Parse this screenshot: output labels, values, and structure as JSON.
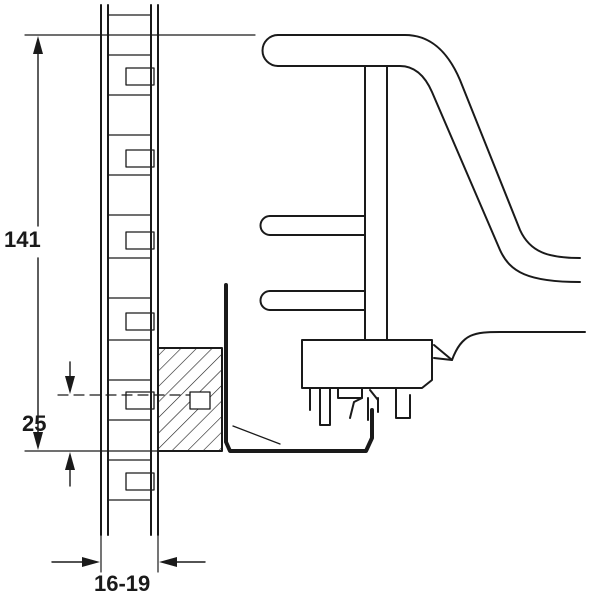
{
  "dimensions": {
    "height_label": "141",
    "offset_label": "25",
    "width_label": "16-19"
  },
  "colors": {
    "line": "#1a1a1a",
    "background": "#ffffff"
  }
}
